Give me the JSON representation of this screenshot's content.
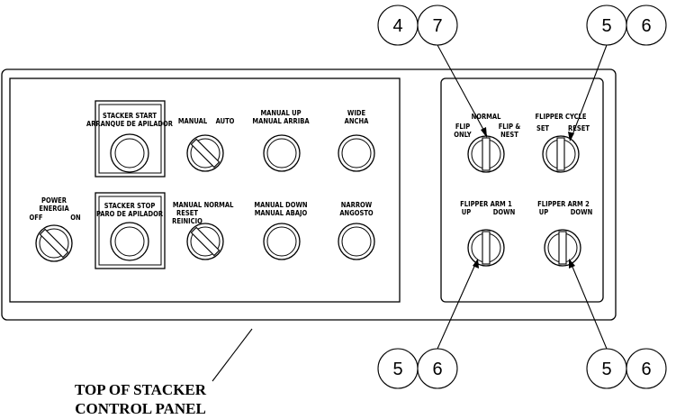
{
  "colors": {
    "line": "#000000",
    "background": "#ffffff"
  },
  "title_lines": [
    "TOP OF STACKER",
    "CONTROL PANEL"
  ],
  "left_panel": {
    "power": {
      "title": "POWER",
      "subtitle": "ENERGIA",
      "left": "OFF",
      "right": "ON"
    },
    "stacker_start": {
      "line1": "STACKER START",
      "line2": "ARRANQUE DE APILADOR"
    },
    "stacker_stop": {
      "line1": "STACKER STOP",
      "line2": "PARO DE APILADOR"
    },
    "manual_auto": {
      "left": "MANUAL",
      "right": "AUTO"
    },
    "manual_reset": {
      "line1": "MANUAL",
      "line2": "RESET",
      "line3": "REINICIO",
      "right": "NORMAL"
    },
    "manual_up": {
      "line1": "MANUAL UP",
      "line2": "MANUAL ARRIBA"
    },
    "manual_down": {
      "line1": "MANUAL DOWN",
      "line2": "MANUAL ABAJO"
    },
    "wide": {
      "line1": "WIDE",
      "line2": "ANCHA"
    },
    "narrow": {
      "line1": "NARROW",
      "line2": "ANGOSTO"
    }
  },
  "right_panel": {
    "mode": {
      "top": "NORMAL",
      "left1": "FLIP",
      "left2": "ONLY",
      "right1": "FLIP &",
      "right2": "NEST"
    },
    "flipper_cycle": {
      "title": "FLIPPER CYCLE",
      "left": "SET",
      "right": "RESET"
    },
    "flipper_arm_1": {
      "title": "FLIPPER ARM 1",
      "left": "UP",
      "right": "DOWN"
    },
    "flipper_arm_2": {
      "title": "FLIPPER ARM 2",
      "left": "UP",
      "right": "DOWN"
    }
  },
  "callouts": {
    "top_left": [
      "4",
      "7"
    ],
    "top_right": [
      "5",
      "6"
    ],
    "bottom_left": [
      "5",
      "6"
    ],
    "bottom_right": [
      "5",
      "6"
    ]
  }
}
